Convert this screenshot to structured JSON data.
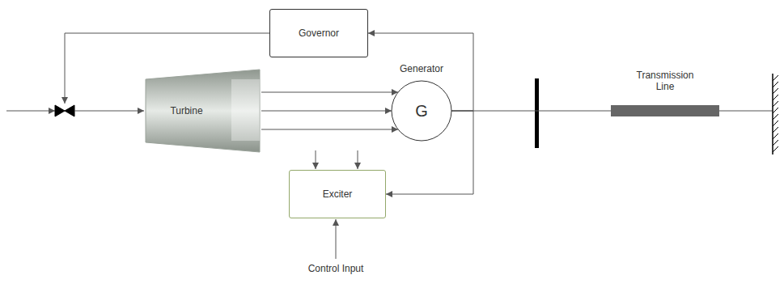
{
  "diagram": {
    "nodes": [
      {
        "text": [
          "Governor"
        ]
      },
      {
        "text": [
          "Turbine"
        ]
      },
      {
        "text": [
          "Generator",
          "G"
        ]
      },
      {
        "text": [
          "Exciter"
        ]
      },
      {
        "text": [
          "Transmission Line"
        ]
      }
    ],
    "edges": [
      {
        "from": 1,
        "to": 2,
        "arrow": "to"
      },
      {
        "from": 1,
        "to": 2,
        "arrow": "to"
      },
      {
        "from": 1,
        "to": 2,
        "arrow": "to"
      },
      {
        "from": 2,
        "to": 0,
        "arrow": "to"
      },
      {
        "from": 2,
        "to": 3,
        "arrow": "to"
      },
      {
        "from": 2,
        "to": 4,
        "arrow": "none"
      }
    ],
    "labels": [
      "Control Input"
    ]
  }
}
